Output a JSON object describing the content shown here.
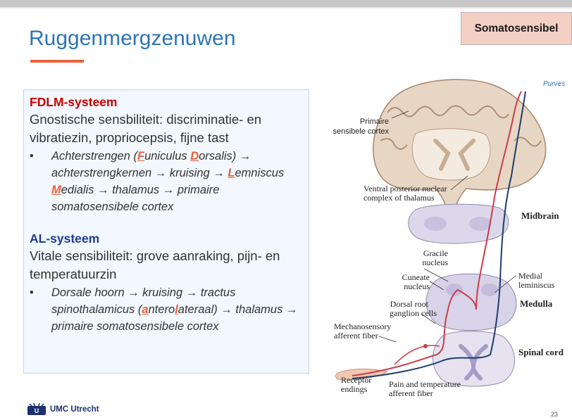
{
  "header": {
    "title": "Ruggenmergzenuwen",
    "badge": "Somatosensibel"
  },
  "fdlm": {
    "title": "FDLM-systeem",
    "subtitle": "Gnostische sensbiliteit: discriminatie- en vibratiezin, propriocepsis, fijne tast",
    "bullet": {
      "t1": "Achterstrengen (",
      "h1": "F",
      "t2": "uniculus ",
      "h2": "D",
      "t3": "orsalis) → achterstrengkernen → kruising → ",
      "h3": "L",
      "t4": "emniscus ",
      "h4": "M",
      "t5": "edialis → thalamus → primaire somatosensibele cortex"
    }
  },
  "al": {
    "title": "AL-systeem",
    "subtitle": "Vitale sensibiliteit: grove aanraking, pijn- en temperatuurzin",
    "bullet": {
      "t1": "Dorsale hoorn → kruising → tractus spinothalamicus (",
      "h1": "a",
      "t2": "ntero",
      "h2": "l",
      "t3": "ateraal) → thalamus → primaire somatosensibele cortex"
    }
  },
  "figure": {
    "credit": "Purves",
    "labels": {
      "primaire_1": "Primaire",
      "primaire_2": "sensibele cortex",
      "vpn_1": "Ventral posterior nuclear",
      "vpn_2": "complex of thalamus",
      "midbrain": "Midbrain",
      "gracile_1": "Gracile",
      "gracile_2": "nucleus",
      "cuneate_1": "Cuneate",
      "cuneate_2": "nucleus",
      "medial_1": "Medial",
      "medial_2": "leminiscus",
      "medulla": "Medulla",
      "dorsal_1": "Dorsal root",
      "dorsal_2": "ganglion cells",
      "mechano_1": "Mechanosensory",
      "mechano_2": "afferent fiber",
      "spinal": "Spinal cord",
      "receptor_1": "Receptor",
      "receptor_2": "endings",
      "pain_1": "Pain and temperature",
      "pain_2": "afferent fiber"
    }
  },
  "footer": {
    "logo": "UMC Utrecht",
    "page": "23"
  },
  "colors": {
    "title_blue": "#2e74b5",
    "accent_orange": "#e8603c",
    "fdlm_red": "#cc0000",
    "al_blue": "#1f3c9a",
    "badge_bg": "#f4cfc3"
  }
}
